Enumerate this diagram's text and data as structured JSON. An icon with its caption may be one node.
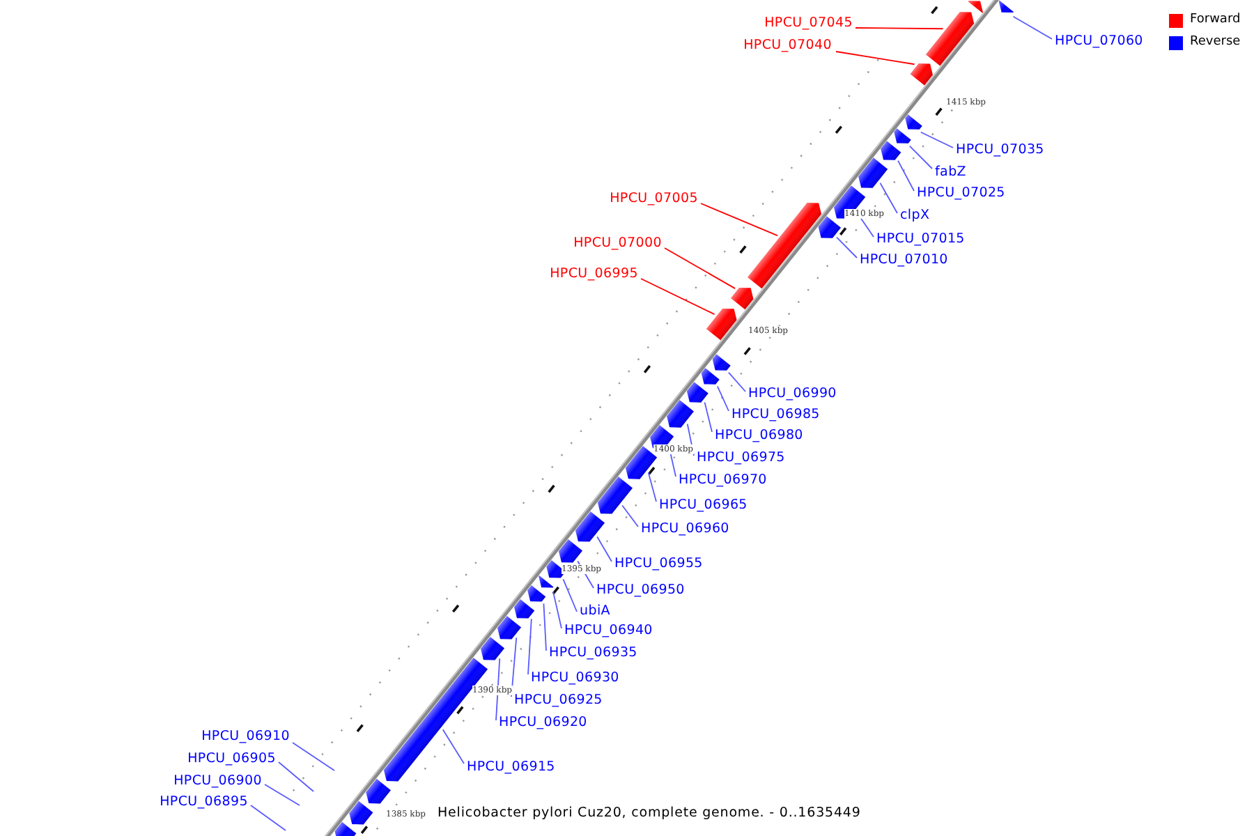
{
  "diagram": {
    "caption": "Helicobacter pylori Cuz20, complete genome. - 0..1635449",
    "nodes": [
      {
        "text": [
          "HPCU_07045"
        ]
      },
      {
        "text": [
          "HPCU_07060"
        ]
      },
      {
        "text": [
          "HPCU_07040"
        ]
      },
      {
        "text": [
          "HPCU_07035"
        ]
      },
      {
        "text": [
          "fabZ"
        ]
      },
      {
        "text": [
          "HPCU_07025"
        ]
      },
      {
        "text": [
          "HPCU_07005"
        ]
      },
      {
        "text": [
          "clpX"
        ]
      },
      {
        "text": [
          "HPCU_07015"
        ]
      },
      {
        "text": [
          "HPCU_07000"
        ]
      },
      {
        "text": [
          "HPCU_07010"
        ]
      },
      {
        "text": [
          "HPCU_06995"
        ]
      },
      {
        "text": [
          "HPCU_06990"
        ]
      },
      {
        "text": [
          "HPCU_06985"
        ]
      },
      {
        "text": [
          "HPCU_06980"
        ]
      },
      {
        "text": [
          "HPCU_06975"
        ]
      },
      {
        "text": [
          "HPCU_06970"
        ]
      },
      {
        "text": [
          "HPCU_06965"
        ]
      },
      {
        "text": [
          "HPCU_06960"
        ]
      },
      {
        "text": [
          "HPCU_06955"
        ]
      },
      {
        "text": [
          "HPCU_06950"
        ]
      },
      {
        "text": [
          "ubiA"
        ]
      },
      {
        "text": [
          "HPCU_06940"
        ]
      },
      {
        "text": [
          "HPCU_06935"
        ]
      },
      {
        "text": [
          "HPCU_06930"
        ]
      },
      {
        "text": [
          "HPCU_06925"
        ]
      },
      {
        "text": [
          "HPCU_06920"
        ]
      },
      {
        "text": [
          "HPCU_06910"
        ]
      },
      {
        "text": [
          "HPCU_06905"
        ]
      },
      {
        "text": [
          "HPCU_06915"
        ]
      },
      {
        "text": [
          "HPCU_06900"
        ]
      },
      {
        "text": [
          "HPCU_06895"
        ]
      },
      {
        "text": [],
        "shape": "bar"
      },
      {
        "text": [],
        "shape": "bar"
      },
      {
        "text": [],
        "shape": "bar"
      },
      {
        "text": [],
        "shape": "bar"
      },
      {
        "text": [],
        "shape": "bar"
      },
      {
        "text": [],
        "shape": "bar"
      },
      {
        "text": [],
        "shape": "bar"
      },
      {
        "text": [],
        "shape": "bar"
      },
      {
        "text": [],
        "shape": "bar"
      },
      {
        "text": [],
        "shape": "bar"
      },
      {
        "text": [],
        "shape": "bar"
      },
      {
        "text": [],
        "shape": "bar"
      },
      {
        "text": [],
        "shape": "bar"
      },
      {
        "text": [],
        "shape": "bar"
      },
      {
        "text": [],
        "shape": "bar"
      },
      {
        "text": [],
        "shape": "bar"
      },
      {
        "text": [],
        "shape": "bar"
      },
      {
        "text": [],
        "shape": "bar"
      },
      {
        "text": [],
        "shape": "bar"
      },
      {
        "text": [],
        "shape": "bar"
      },
      {
        "text": [],
        "shape": "bar"
      },
      {
        "text": [],
        "shape": "bar"
      },
      {
        "text": [],
        "shape": "bar"
      },
      {
        "text": [],
        "shape": "bar"
      },
      {
        "text": [],
        "shape": "bar"
      },
      {
        "text": [],
        "shape": "bar"
      },
      {
        "text": [],
        "shape": "bar"
      },
      {
        "text": [],
        "shape": "bar"
      },
      {
        "text": [],
        "shape": "bar"
      },
      {
        "text": [],
        "shape": "bar"
      },
      {
        "text": [],
        "shape": "bar"
      },
      {
        "text": [],
        "shape": "bar"
      }
    ],
    "edges": [
      {
        "from": 0,
        "to": 34,
        "arrow": "none",
        "color": "#ff0000"
      },
      {
        "from": 1,
        "to": 32,
        "arrow": "none"
      },
      {
        "from": 2,
        "to": 35,
        "arrow": "none",
        "color": "#ff0000"
      },
      {
        "from": 3,
        "to": 36,
        "arrow": "none"
      },
      {
        "from": 4,
        "to": 37,
        "arrow": "none"
      },
      {
        "from": 5,
        "to": 38,
        "arrow": "none"
      },
      {
        "from": 6,
        "to": 42,
        "arrow": "none",
        "color": "#ff0000"
      },
      {
        "from": 7,
        "to": 39,
        "arrow": "none"
      },
      {
        "from": 8,
        "to": 40,
        "arrow": "none"
      },
      {
        "from": 9,
        "to": 43,
        "arrow": "none",
        "color": "#ff0000"
      },
      {
        "from": 10,
        "to": 41,
        "arrow": "none"
      },
      {
        "from": 11,
        "to": 44,
        "arrow": "none",
        "color": "#ff0000"
      },
      {
        "from": 12,
        "to": 45,
        "arrow": "none"
      },
      {
        "from": 13,
        "to": 46,
        "arrow": "none"
      },
      {
        "from": 14,
        "to": 47,
        "arrow": "none"
      },
      {
        "from": 15,
        "to": 48,
        "arrow": "none"
      },
      {
        "from": 16,
        "to": 49,
        "arrow": "none"
      },
      {
        "from": 17,
        "to": 50,
        "arrow": "none"
      },
      {
        "from": 18,
        "to": 51,
        "arrow": "none"
      },
      {
        "from": 19,
        "to": 52,
        "arrow": "none"
      },
      {
        "from": 20,
        "to": 53,
        "arrow": "none"
      },
      {
        "from": 21,
        "to": 54,
        "arrow": "none"
      },
      {
        "from": 22,
        "to": 55,
        "arrow": "none"
      },
      {
        "from": 23,
        "to": 56,
        "arrow": "none"
      },
      {
        "from": 24,
        "to": 57,
        "arrow": "none"
      },
      {
        "from": 25,
        "to": 58,
        "arrow": "none"
      },
      {
        "from": 26,
        "to": 59,
        "arrow": "none"
      },
      {
        "from": 27,
        "to": null,
        "arrow": "none"
      },
      {
        "from": 28,
        "to": null,
        "arrow": "none"
      },
      {
        "from": 29,
        "to": 60,
        "arrow": "none"
      },
      {
        "from": 30,
        "to": null,
        "arrow": "none"
      },
      {
        "from": 31,
        "to": null,
        "arrow": "none"
      }
    ],
    "labels": [
      "1415 kbp",
      "1410 kbp",
      "1405 kbp",
      "1400 kbp",
      "1395 kbp",
      "1390 kbp",
      "1385 kbp"
    ],
    "legend": [
      {
        "text": "Forward",
        "color": "#ff0000"
      },
      {
        "text": "Reverse",
        "color": "#0000ff"
      }
    ]
  }
}
